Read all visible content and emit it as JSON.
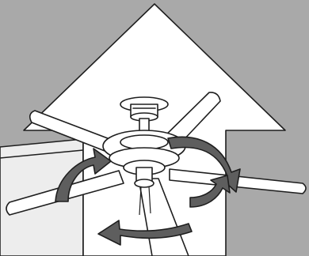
{
  "illustration": {
    "subject": "ceiling-fan",
    "rotation_arrows": 4,
    "blade_count": 5,
    "colors": {
      "ceiling": "#a9a9a9",
      "wall": "#ededed",
      "arrow_shape": "#ffffff",
      "blades": "#ffffff",
      "rotation_arrows": "#5e5e5e",
      "outline": "#1e1e1e"
    }
  }
}
